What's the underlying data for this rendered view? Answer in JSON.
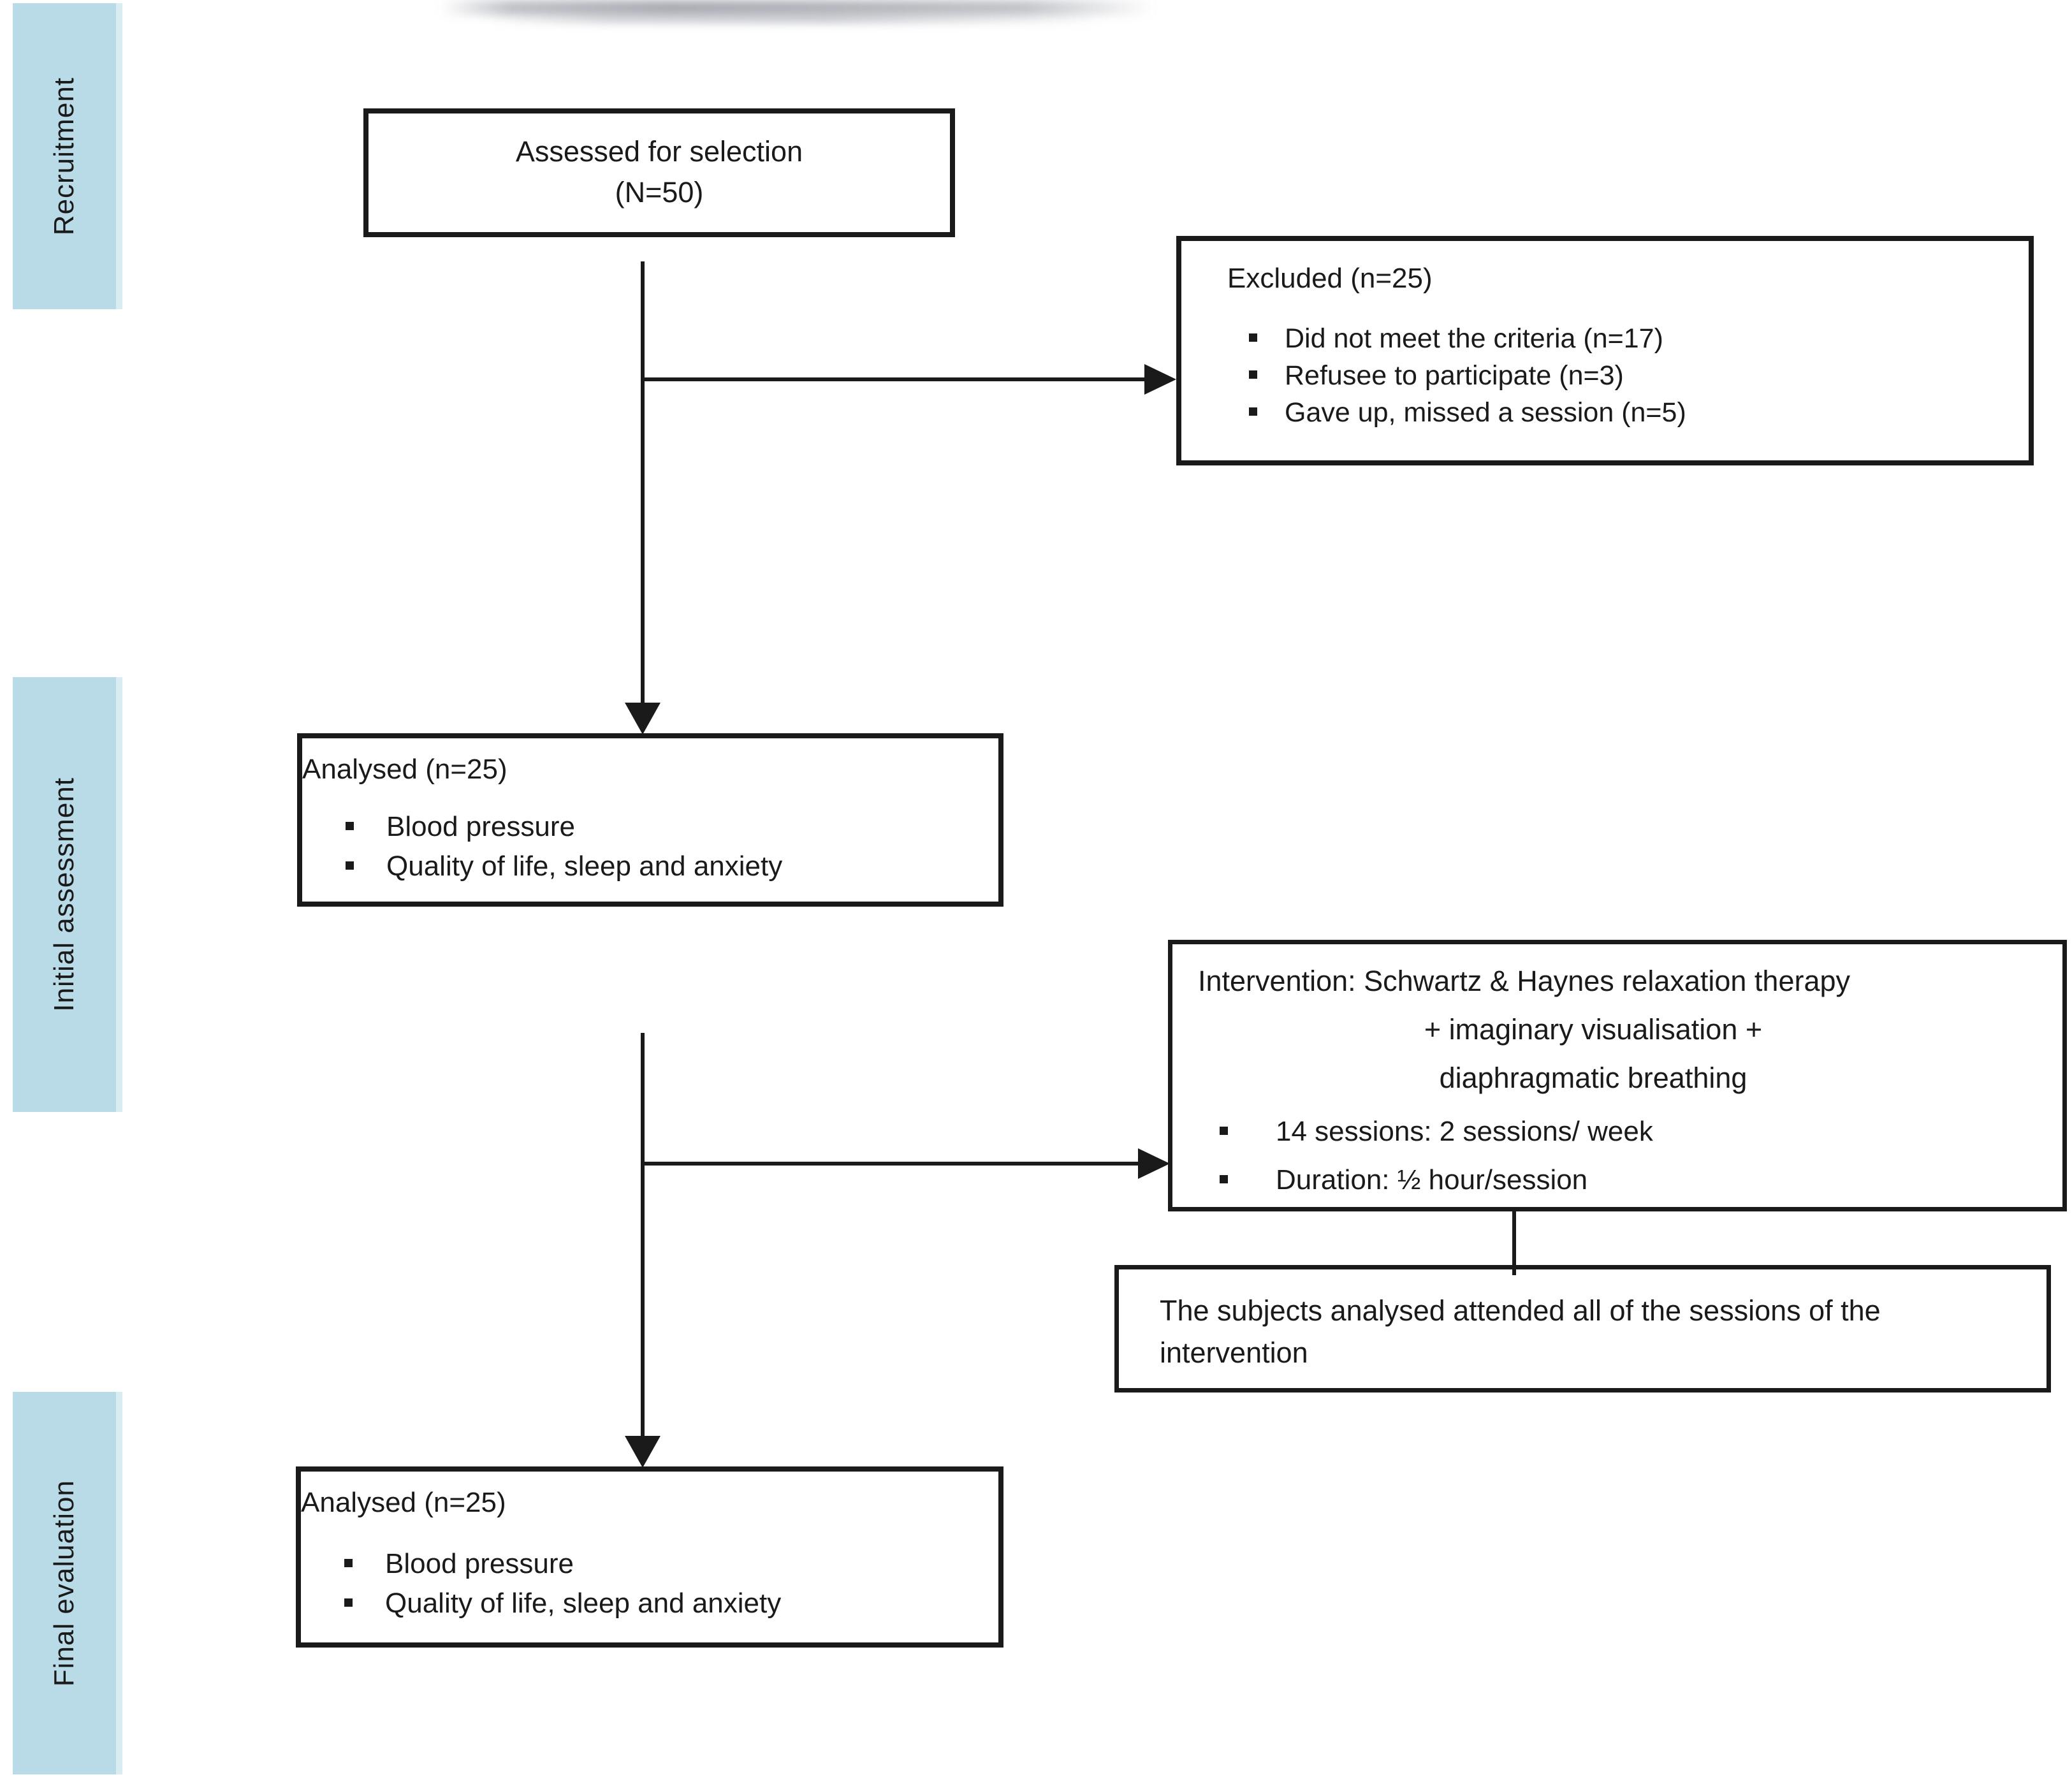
{
  "colors": {
    "panel_fill": "#b9dbe7",
    "ink": "#1a1a1a",
    "background": "#ffffff"
  },
  "sidebar": {
    "stages": [
      {
        "label": "Recruitment"
      },
      {
        "label": "Initial assessment"
      },
      {
        "label": "Final evaluation"
      }
    ]
  },
  "flow": {
    "assessed": {
      "title": "Assessed for selection",
      "count": "(N=50)"
    },
    "excluded": {
      "title": "Excluded (n=25)",
      "items": [
        "Did not meet the criteria (n=17)",
        "Refusee to participate (n=3)",
        "Gave up, missed a session (n=5)"
      ]
    },
    "analysed_initial": {
      "title": "Analysed (n=25)",
      "items": [
        "Blood pressure",
        "Quality of life, sleep and anxiety"
      ]
    },
    "intervention": {
      "line1": "Intervention: Schwartz & Haynes relaxation therapy",
      "line2": "+ imaginary visualisation +",
      "line3": "diaphragmatic breathing",
      "items": [
        "14 sessions: 2 sessions/ week",
        "Duration: ½ hour/session"
      ]
    },
    "note": {
      "text": "The subjects analysed attended all of the sessions of the intervention"
    },
    "analysed_final": {
      "title": "Analysed (n=25)",
      "items": [
        "Blood pressure",
        "Quality of life, sleep and anxiety"
      ]
    }
  }
}
